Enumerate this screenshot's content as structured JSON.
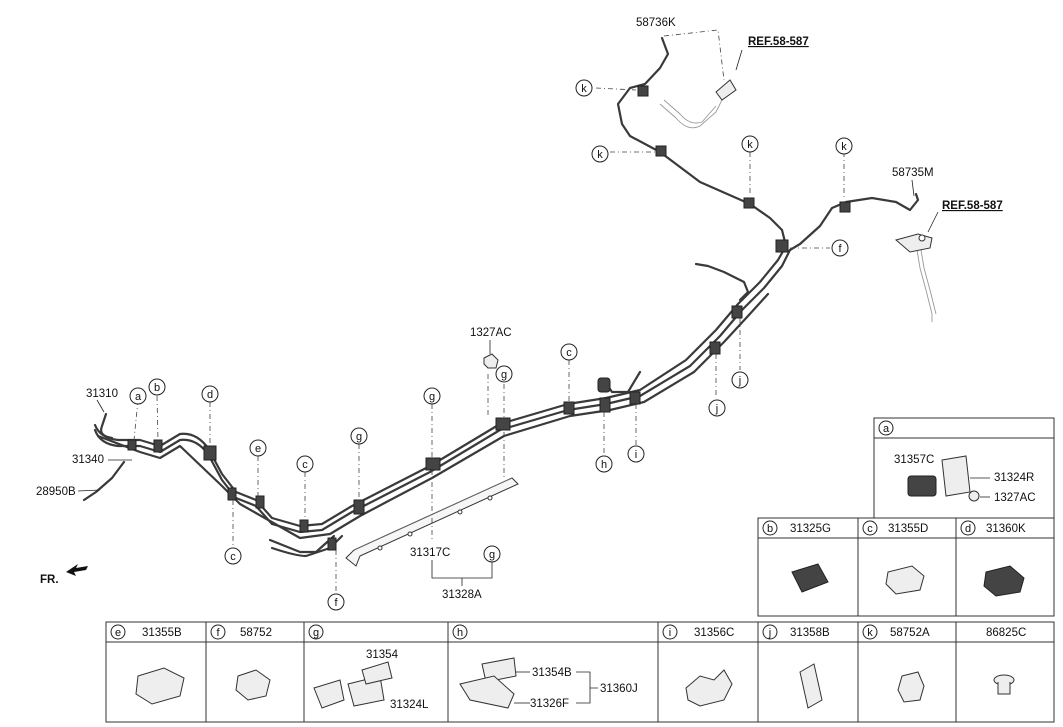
{
  "part_labels": {
    "p58736K": "58736K",
    "ref1": "REF.58-587",
    "p58735M": "58735M",
    "ref2": "REF.58-587",
    "p1327AC": "1327AC",
    "p31310": "31310",
    "p31340": "31340",
    "p28950B": "28950B",
    "p31317C": "31317C",
    "p31328A": "31328A",
    "fr": "FR."
  },
  "callouts": {
    "k": "k",
    "f": "f",
    "c": "c",
    "g": "g",
    "j": "j",
    "h": "h",
    "i": "i",
    "a": "a",
    "b": "b",
    "d": "d",
    "e": "e"
  },
  "legend": {
    "a": {
      "letter": "a",
      "parts": [
        "31357C",
        "31324R",
        "1327AC"
      ]
    },
    "row1": [
      {
        "letter": "b",
        "part": "31325G"
      },
      {
        "letter": "c",
        "part": "31355D"
      },
      {
        "letter": "d",
        "part": "31360K"
      }
    ],
    "row2": [
      {
        "letter": "e",
        "part": "31355B"
      },
      {
        "letter": "f",
        "part": "58752"
      },
      {
        "letter": "g",
        "part": ""
      },
      {
        "letter": "h",
        "part": ""
      },
      {
        "letter": "i",
        "part": "31356C"
      },
      {
        "letter": "j",
        "part": "31358B"
      },
      {
        "letter": "k",
        "part": "58752A"
      },
      {
        "letter": "",
        "part": "86825C"
      }
    ],
    "g_parts": [
      "31354",
      "31324L"
    ],
    "h_parts": [
      "31354B",
      "31326F",
      "31360J"
    ]
  },
  "colors": {
    "pipe": "#3a3a3a",
    "line": "#222222",
    "clip_dark": "#444444"
  }
}
